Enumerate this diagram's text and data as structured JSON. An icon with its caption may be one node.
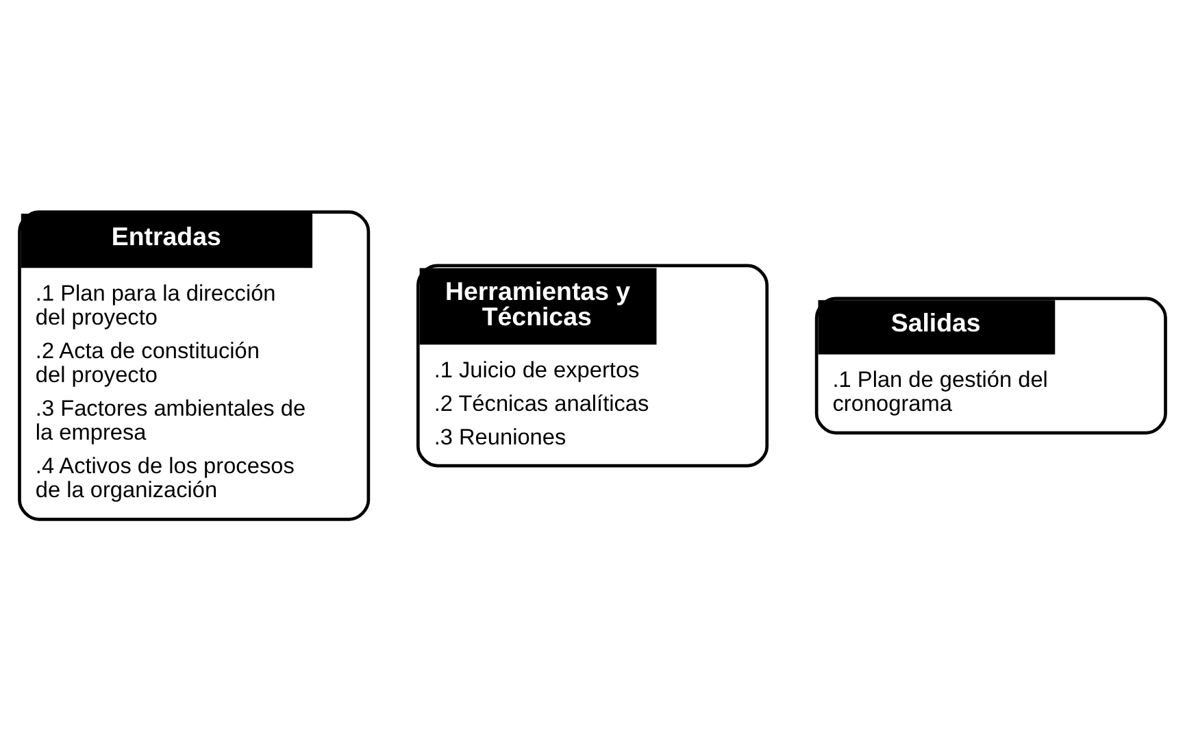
{
  "diagram": {
    "nodes": [
      {
        "text": [
          "Entradas",
          ".1 Plan para la dirección del proyecto",
          ".2 Acta de constitución del proyecto",
          ".3 Factores ambientales de la empresa",
          ".4 Activos de los procesos de la organización"
        ]
      },
      {
        "text": [
          "Herramientas y Técnicas",
          ".1 Juicio de expertos",
          ".2 Técnicas analíticas",
          ".3 Reuniones"
        ]
      },
      {
        "text": [
          "Salidas",
          ".1 Plan de gestión del cronograma"
        ]
      }
    ],
    "edges": []
  }
}
